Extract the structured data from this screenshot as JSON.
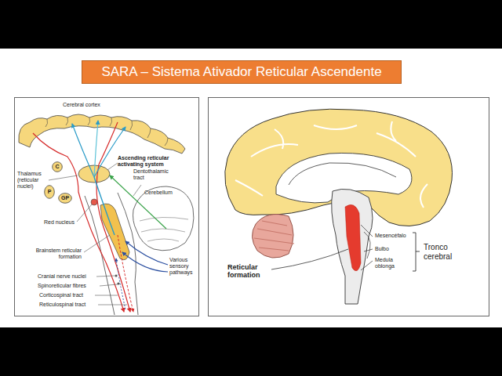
{
  "diagram": {
    "title": "SARA – Sistema Ativador Reticular Ascendente",
    "nodes": [
      {
        "text": [
          "C"
        ]
      },
      {
        "text": [
          "P"
        ]
      },
      {
        "text": [
          "GP"
        ]
      }
    ],
    "labels": [
      "Cerebral cortex",
      "Thalamus (reticular nuclei)",
      "Ascending reticular activating system",
      "Dentothalamic tract",
      "Cerebellum",
      "Red nucleus",
      "Brainstem reticular formation",
      "Cranial nerve nuclei",
      "Spinoreticular fibres",
      "Corticospinal tract",
      "Reticulospinal tract",
      "Various sensory pathways",
      "Mesencéfalo",
      "Bulbo",
      "Medula oblonga",
      "Tronco cerebral",
      "Reticular formation"
    ]
  }
}
